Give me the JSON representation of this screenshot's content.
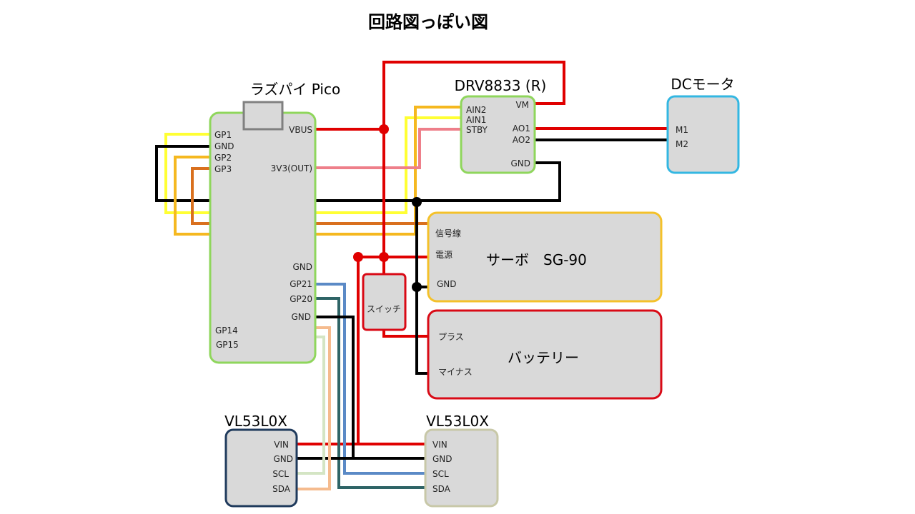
{
  "title": "回路図っぽい図",
  "colors": {
    "power": "#e00000",
    "ground": "#000000",
    "gp1": "#ffff33",
    "gp2": "#f5b820",
    "gp3": "#d9701e",
    "pink": "#ee7f8a",
    "i2c_scl": "#5b8ac6",
    "i2c_sda": "#2e6466",
    "light_green": "#d4e5c4",
    "peach": "#f5bb8e",
    "pico_border": "#8fd65c",
    "drv_border": "#8fd65c",
    "motor_border": "#33b7e2",
    "servo_border": "#f4c12a",
    "battery_border": "#d90a16",
    "switch_border": "#d90a16",
    "sensor1_border": "#1f3a5c",
    "sensor2_border": "#c8c8a8",
    "box_fill": "#d9d9d9"
  },
  "components": {
    "pico": {
      "label": "ラズパイ Pico",
      "left_pins": [
        "GP1",
        "GND",
        "GP2",
        "GP3"
      ],
      "right_pins": [
        "VBUS",
        "3V3(OUT)"
      ],
      "right_lower_pins": [
        "GND",
        "GP21",
        "GP20",
        "GND"
      ],
      "left_lower_pins": [
        "GP14",
        "GP15"
      ]
    },
    "drv": {
      "label": "DRV8833 (R)",
      "left_pins": [
        "AIN2",
        "AIN1",
        "STBY"
      ],
      "right_pins": [
        "VM",
        "AO1",
        "AO2",
        "GND"
      ]
    },
    "motor": {
      "label": "DCモータ",
      "pins": [
        "M1",
        "M2"
      ]
    },
    "servo": {
      "label": "サーボ　SG-90",
      "pins": [
        "信号線",
        "電源",
        "GND"
      ]
    },
    "switch": {
      "label": "スイッチ"
    },
    "battery": {
      "label": "バッテリー",
      "pins": [
        "プラス",
        "マイナス"
      ]
    },
    "sensor1": {
      "label": "VL53L0X",
      "pins": [
        "VIN",
        "GND",
        "SCL",
        "SDA"
      ]
    },
    "sensor2": {
      "label": "VL53L0X",
      "pins": [
        "VIN",
        "GND",
        "SCL",
        "SDA"
      ]
    }
  }
}
